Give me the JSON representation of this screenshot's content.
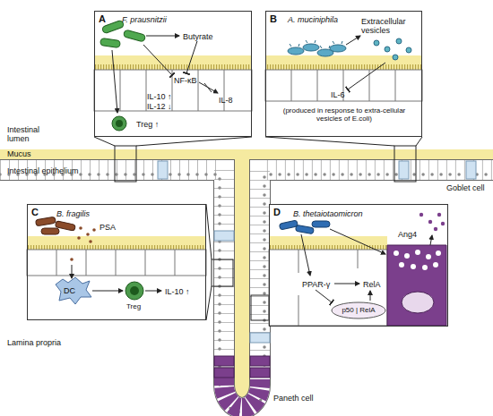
{
  "diagram": {
    "nodes": [
      {
        "text": [
          "A",
          "F. prausnitzii",
          "Butyrate",
          "NF-κB",
          "IL-10 ↑",
          "IL-12 ↓",
          "IL-8",
          "Treg ↑"
        ]
      },
      {
        "text": [
          "B",
          "A. muciniphila",
          "Extracellular vesicles",
          "IL-6",
          "(produced in response to extra-cellular vesicles of E.coli)"
        ]
      },
      {
        "text": [
          "C",
          "B. fragilis",
          "PSA",
          "DC",
          "Treg",
          "IL-10 ↑"
        ]
      },
      {
        "text": [
          "D",
          "B. thetaiotaomicron",
          "Ang4",
          "PPAR-γ",
          "RelA"
        ]
      },
      {
        "text": [
          "p50 | RelA"
        ],
        "in": 3
      }
    ],
    "labels": [
      "Intestinal lumen",
      "Mucus",
      "Intestinal epithelium",
      "Goblet cell",
      "Lamina propria",
      "Paneth cell"
    ]
  }
}
